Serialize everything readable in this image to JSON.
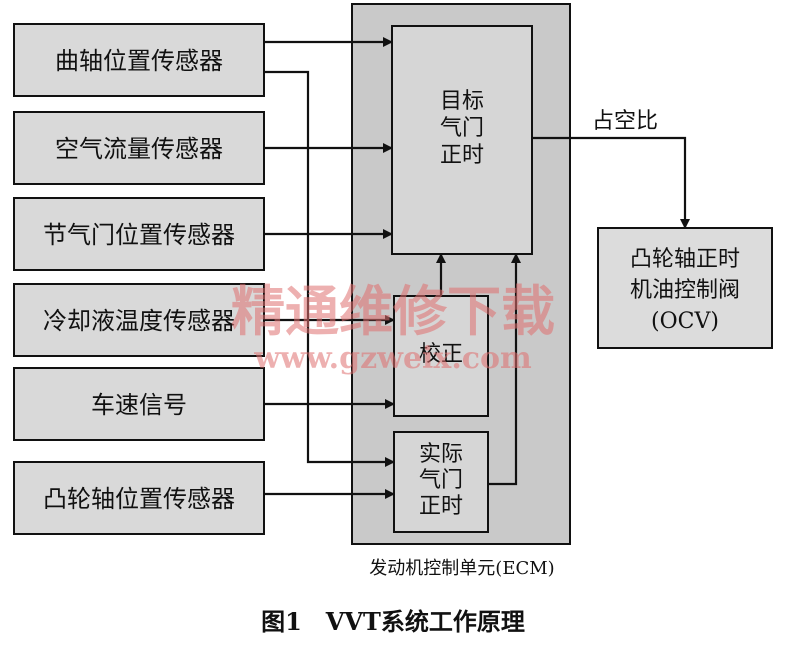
{
  "sensors": [
    "曲轴位置传感器",
    "空气流量传感器",
    "节气门位置传感器",
    "冷却液温度传感器",
    "车速信号",
    "凸轮轴位置传感器"
  ],
  "blocks": {
    "target_timing": [
      "目标",
      "气门",
      "正时"
    ],
    "correction": "校正",
    "actual_timing": [
      "实际",
      "气门",
      "正时"
    ]
  },
  "duty_ratio_label": "占空比",
  "ocv": [
    "凸轮轴正时",
    "机油控制阀",
    "(OCV)"
  ],
  "ecm_label": "发动机控制单元(ECM)",
  "caption": "图1　VVT系统工作原理",
  "watermark": {
    "name": "精通维修下载",
    "url": "www.gzweix.com"
  }
}
